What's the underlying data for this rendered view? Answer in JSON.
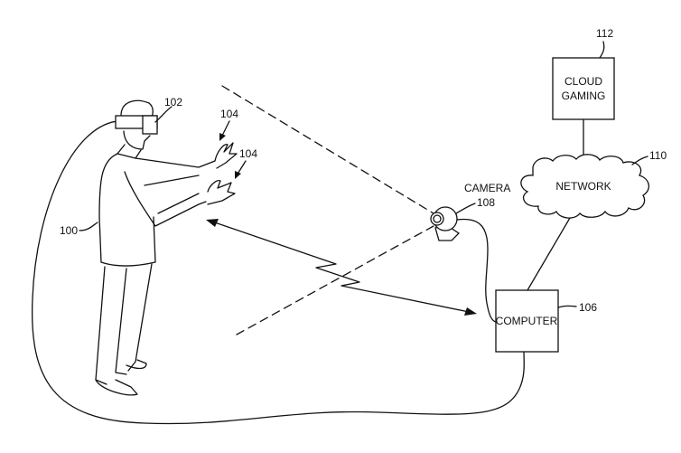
{
  "labels": {
    "user": "100",
    "hmd": "102",
    "hand_top": "104",
    "hand_bottom": "104",
    "computer_ref": "106",
    "camera_ref": "108",
    "network_ref": "110",
    "cloud_ref": "112"
  },
  "components": {
    "cloud_gaming_line1": "CLOUD",
    "cloud_gaming_line2": "GAMING",
    "network": "NETWORK",
    "camera": "CAMERA",
    "computer": "COMPUTER"
  },
  "colors": {
    "ink": "#111111",
    "background": "#ffffff"
  }
}
